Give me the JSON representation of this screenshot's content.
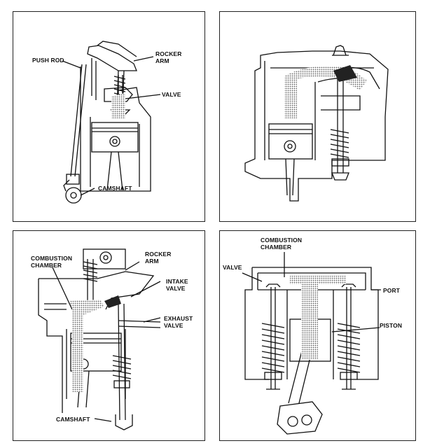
{
  "panels": {
    "ohv": {
      "labels": {
        "push_rod": "PUSH ROD",
        "rocker_arm": "ROCKER\nARM",
        "valve": "VALVE",
        "camshaft": "CAMSHAFT"
      }
    },
    "sohc": {},
    "dohc": {
      "labels": {
        "combustion_chamber": "COMBUSTION\nCHAMBER",
        "rocker_arm": "ROCKER\nARM",
        "intake_valve": "INTAKE\nVALVE",
        "exhaust_valve": "EXHAUST\nVALVE",
        "camshaft": "CAMSHAFT"
      }
    },
    "flathead": {
      "labels": {
        "combustion_chamber": "COMBUSTION\nCHAMBER",
        "valve": "VALVE",
        "port": "PORT",
        "piston": "PISTON"
      }
    }
  },
  "colors": {
    "line": "#111111",
    "shade": "#9a9a9a",
    "background": "#ffffff"
  }
}
